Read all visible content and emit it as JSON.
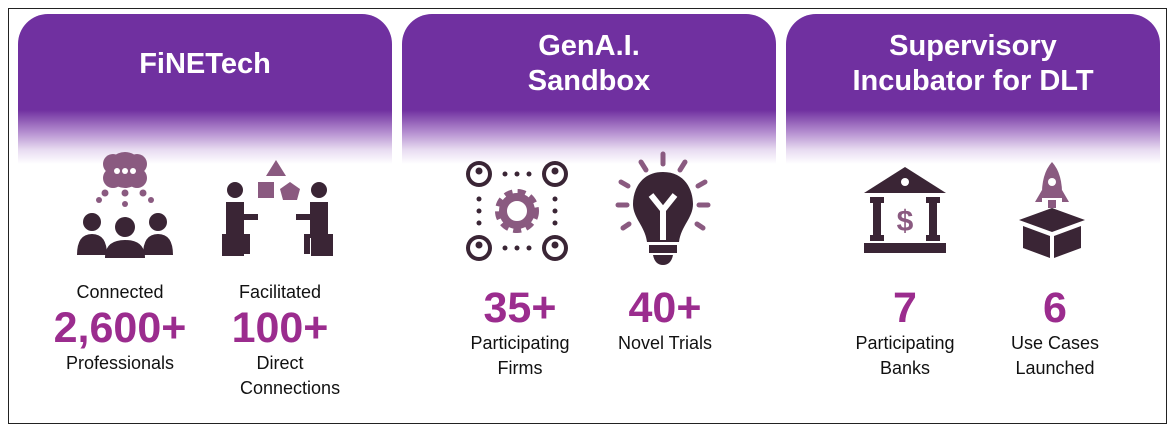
{
  "panels": [
    {
      "title": "FiNETech",
      "stats": [
        {
          "top_label": "Connected",
          "value": "2,600+",
          "bottom_label": "Professionals",
          "icon": "group-chat-icon"
        },
        {
          "top_label": "Facilitated",
          "value": "100+",
          "bottom_label": "Direct Connections",
          "icon": "collaboration-icon"
        }
      ]
    },
    {
      "title": "GenA.I. Sandbox",
      "stats": [
        {
          "value": "35+",
          "bottom_label": "Participating Firms",
          "icon": "network-gear-icon"
        },
        {
          "value": "40+",
          "bottom_label": "Novel Trials",
          "icon": "lightbulb-icon"
        }
      ]
    },
    {
      "title": "Supervisory Incubator for DLT",
      "stats": [
        {
          "value": "7",
          "bottom_label": "Participating Banks",
          "icon": "bank-icon"
        },
        {
          "value": "6",
          "bottom_label": "Use Cases Launched",
          "icon": "rocket-box-icon"
        }
      ]
    }
  ],
  "colors": {
    "header": "#7030a0",
    "number": "#9b2c8e",
    "icon_dark": "#3a2535",
    "icon_accent": "#8a5a80"
  }
}
